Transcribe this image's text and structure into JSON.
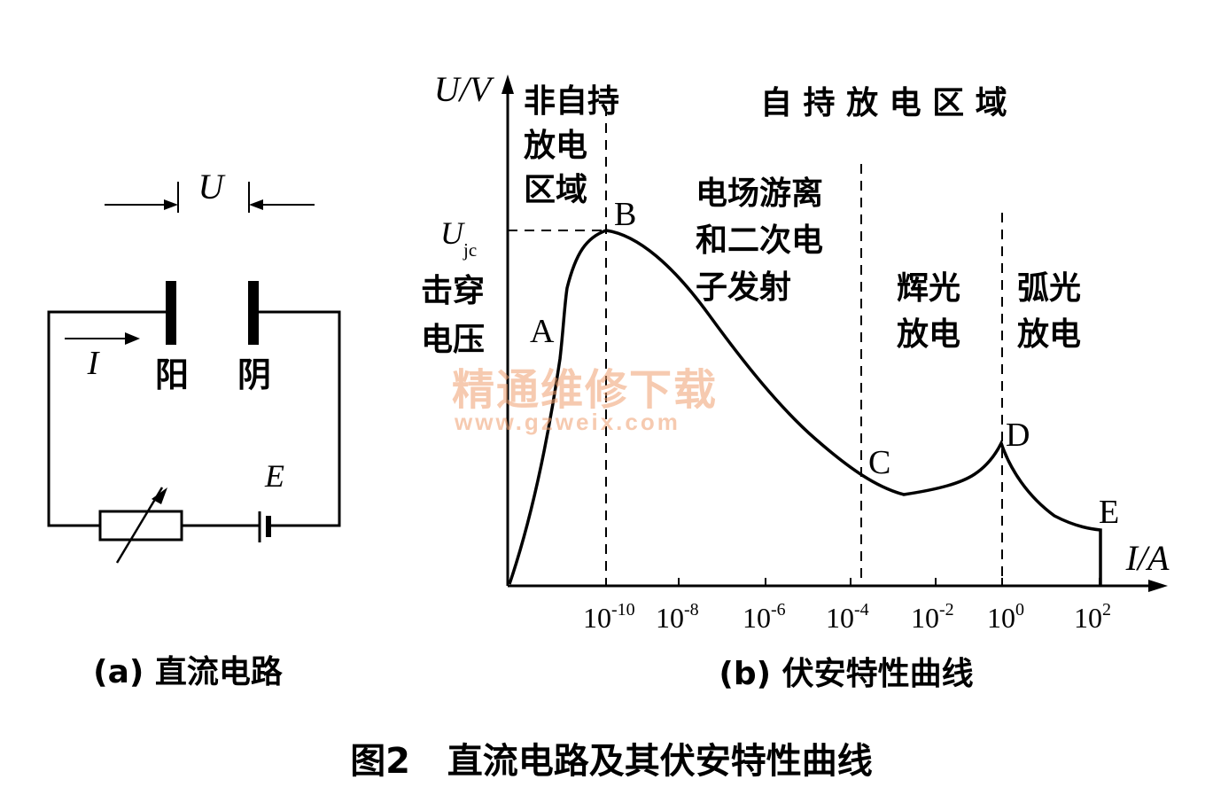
{
  "circuit": {
    "voltage_label": "U",
    "current_label": "I",
    "anode_label": "阳",
    "cathode_label": "阴",
    "emf_label": "E",
    "caption": "(a) 直流电路"
  },
  "chart": {
    "caption": "(b) 伏安特性曲线",
    "y_axis_label": "U/V",
    "x_axis_label": "I/A",
    "x_ticks": [
      {
        "base": "10",
        "exp": "-10"
      },
      {
        "base": "10",
        "exp": "-8"
      },
      {
        "base": "10",
        "exp": "-6"
      },
      {
        "base": "10",
        "exp": "-4"
      },
      {
        "base": "10",
        "exp": "-2"
      },
      {
        "base": "10",
        "exp": "0"
      },
      {
        "base": "10",
        "exp": "2"
      }
    ],
    "ujc_main": "U",
    "ujc_sub": "jc",
    "breakdown_label": [
      "击穿",
      "电压"
    ],
    "regions": {
      "non_self": [
        "非自持",
        "放电",
        "区域"
      ],
      "self_title": "自 持 放 电 区 域",
      "ionization": [
        "电场游离",
        "和二次电",
        "子发射"
      ],
      "glow": [
        "辉光",
        "放电"
      ],
      "arc": [
        "弧光",
        "放电"
      ]
    },
    "points": [
      "A",
      "B",
      "C",
      "D",
      "E"
    ]
  },
  "watermark": {
    "text": "精通维修下载",
    "url": "www.gzweix.com"
  },
  "figure_caption": "图2   直流电路及其伏安特性曲线"
}
